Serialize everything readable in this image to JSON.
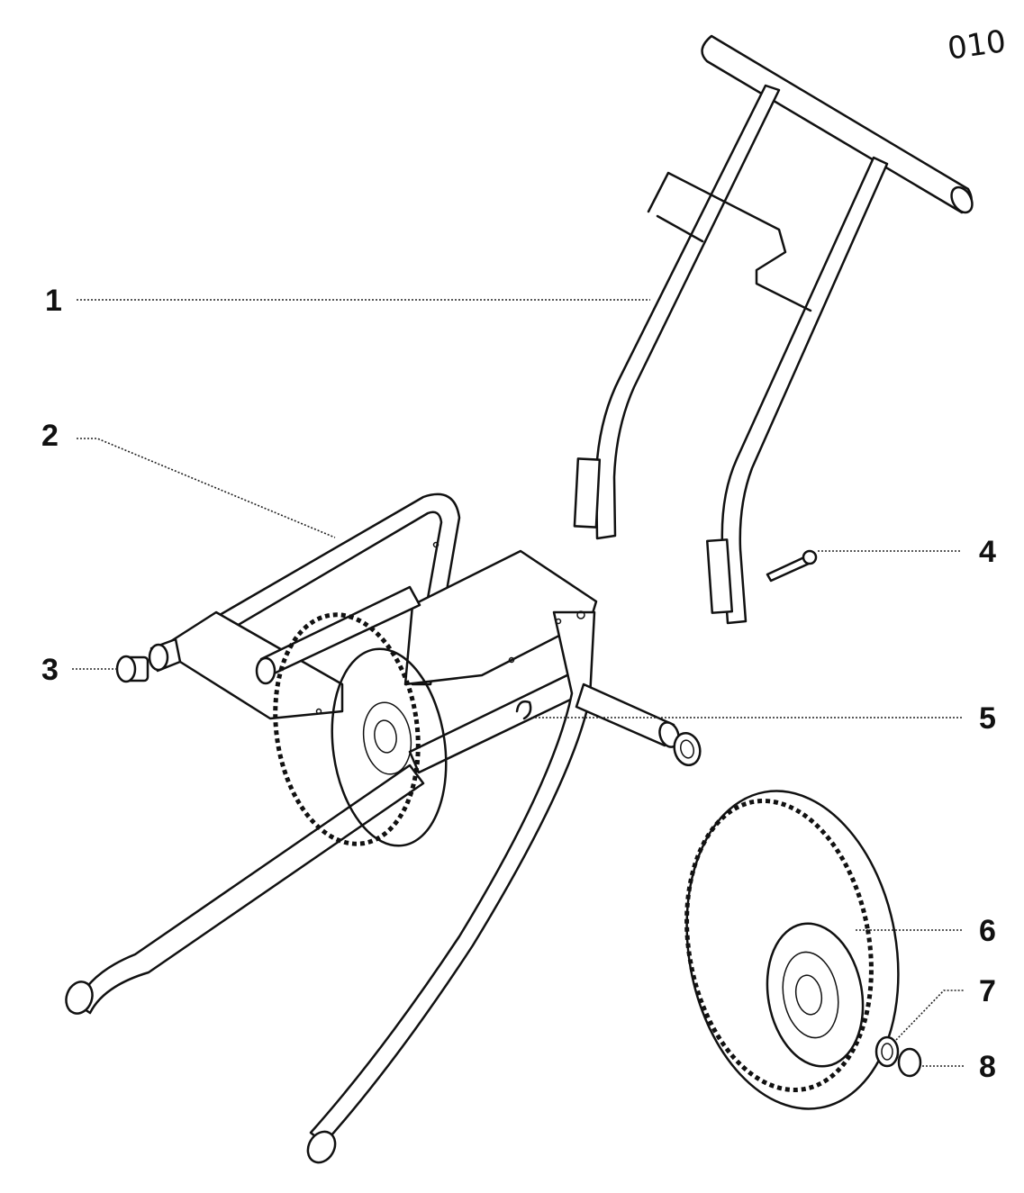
{
  "diagram": {
    "corner_mark": "010",
    "callouts": [
      {
        "number": "1",
        "part": "handle"
      },
      {
        "number": "2",
        "part": "frame"
      },
      {
        "number": "3",
        "part": "end-cap"
      },
      {
        "number": "4",
        "part": "bolt"
      },
      {
        "number": "5",
        "part": "clip"
      },
      {
        "number": "6",
        "part": "wheel"
      },
      {
        "number": "7",
        "part": "washer"
      },
      {
        "number": "8",
        "part": "hub-cap"
      }
    ]
  }
}
